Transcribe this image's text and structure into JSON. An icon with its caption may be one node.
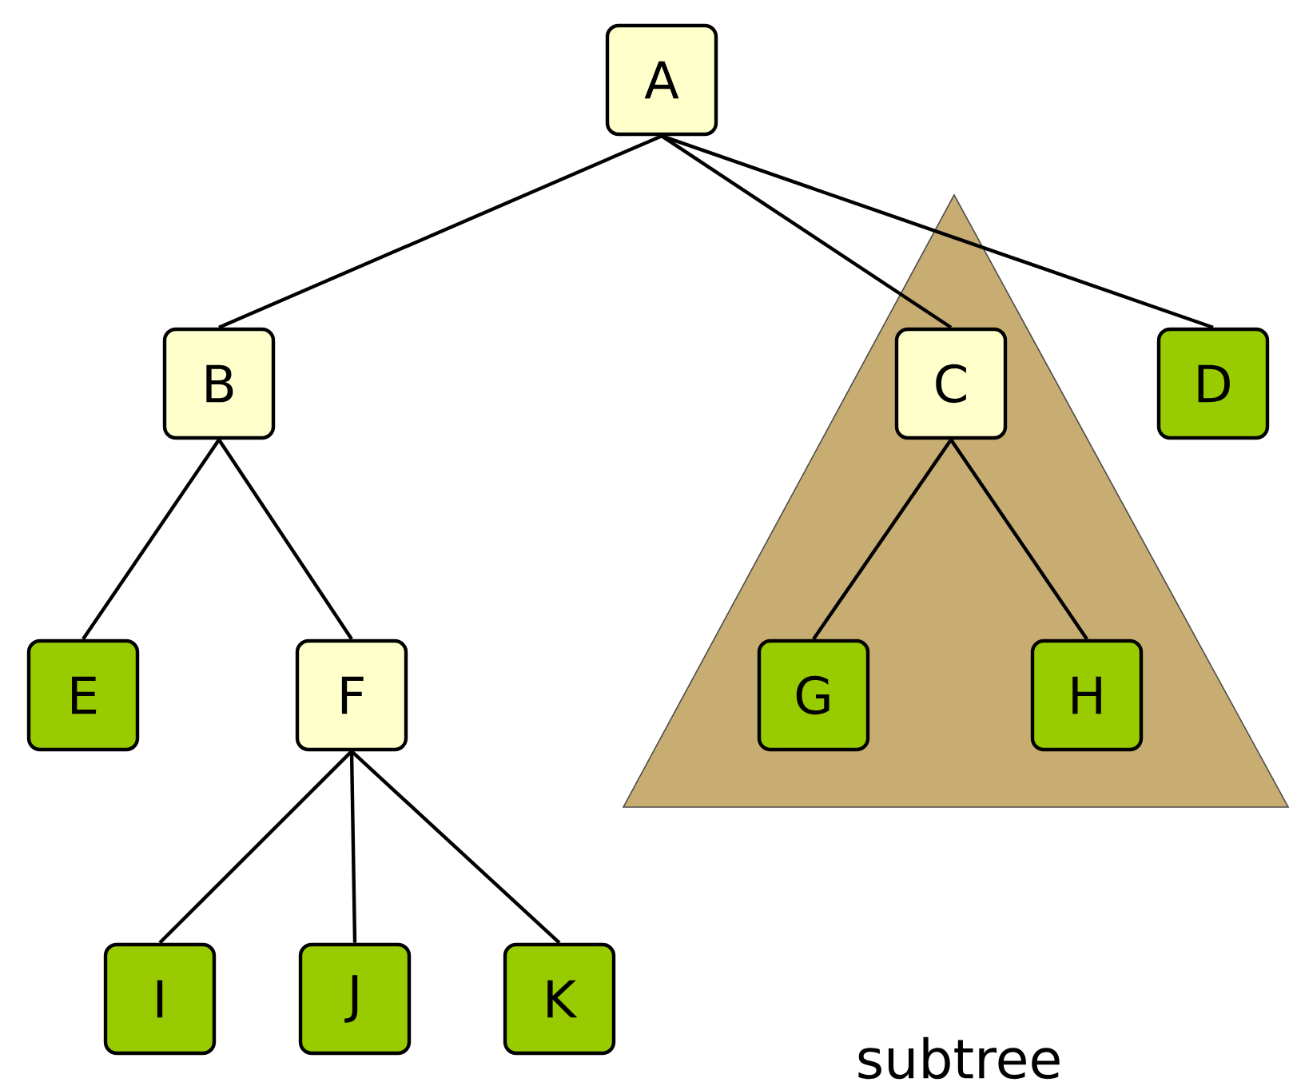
{
  "diagram": {
    "nodes": [
      {
        "text": [
          "A"
        ]
      },
      {
        "text": [
          "B"
        ]
      },
      {
        "text": [
          "subtree"
        ]
      },
      {
        "text": [
          "C"
        ],
        "in": 2
      },
      {
        "text": [
          "D"
        ]
      },
      {
        "text": [
          "E"
        ]
      },
      {
        "text": [
          "F"
        ]
      },
      {
        "text": [
          "G"
        ],
        "in": 2
      },
      {
        "text": [
          "H"
        ],
        "in": 2
      },
      {
        "text": [
          "I"
        ]
      },
      {
        "text": [
          "J"
        ]
      },
      {
        "text": [
          "K"
        ]
      }
    ],
    "edges": [
      {
        "from": 0,
        "to": 1,
        "arrow": "none"
      },
      {
        "from": 0,
        "to": 3,
        "arrow": "none"
      },
      {
        "from": 0,
        "to": 4,
        "arrow": "none"
      },
      {
        "from": 1,
        "to": 5,
        "arrow": "none"
      },
      {
        "from": 1,
        "to": 6,
        "arrow": "none"
      },
      {
        "from": 3,
        "to": 7,
        "arrow": "none"
      },
      {
        "from": 3,
        "to": 8,
        "arrow": "none"
      },
      {
        "from": 6,
        "to": 9,
        "arrow": "none"
      },
      {
        "from": 6,
        "to": 10,
        "arrow": "none"
      },
      {
        "from": 6,
        "to": 11,
        "arrow": "none"
      }
    ]
  }
}
